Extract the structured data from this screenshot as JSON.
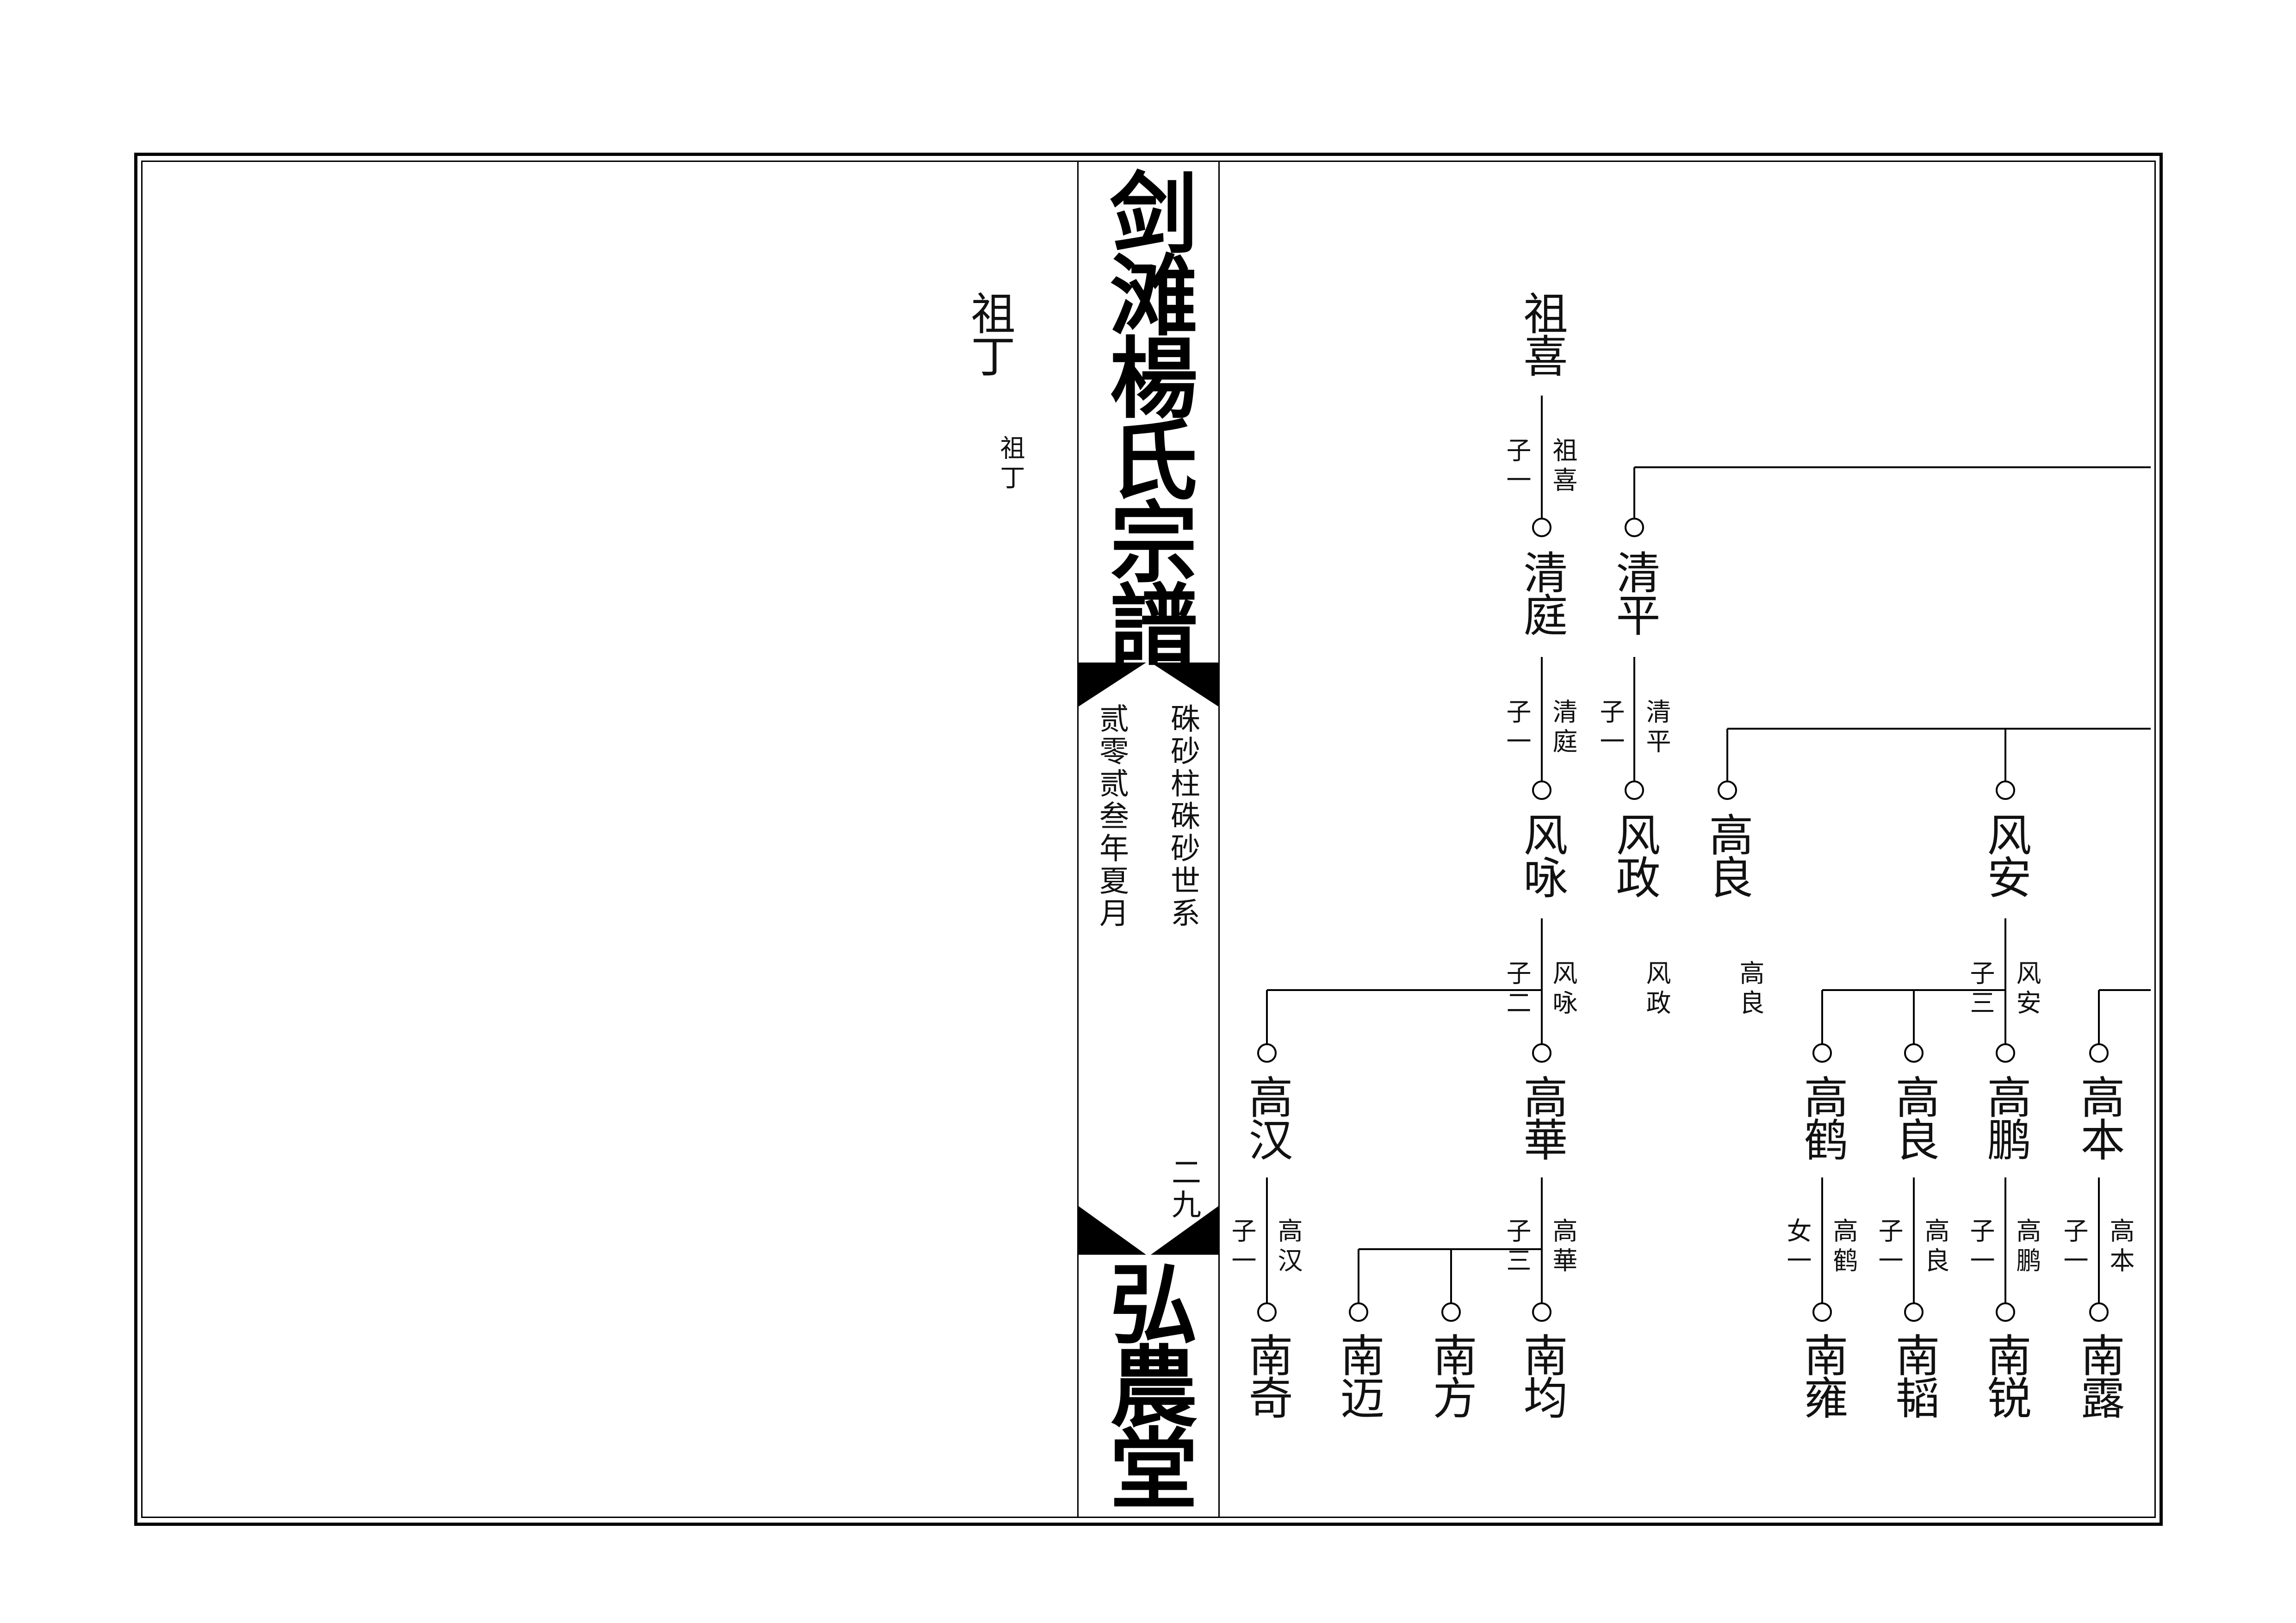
{
  "spine": {
    "title": "剑滩楊氏宗譜",
    "branch": "硃砂柱硃砂世系",
    "date": "贰零贰叁年夏月",
    "page": "二九",
    "hall": "弘農堂"
  },
  "left_page": {
    "name": "祖丁",
    "note": "祖丁"
  },
  "tree": {
    "gen1": {
      "name": "祖喜",
      "rel_count": "子一",
      "rel_parent": "祖喜"
    },
    "gen2": [
      {
        "name": "清庭",
        "rel_count": "子一",
        "rel_parent": "清庭"
      },
      {
        "name": "清平",
        "rel_count": "子一",
        "rel_parent": "清平"
      }
    ],
    "gen3": [
      {
        "name": "风咏",
        "rel_count": "子二",
        "rel_parent": "风咏"
      },
      {
        "name": "风政",
        "rel_parent": "风政"
      },
      {
        "name": "高良",
        "rel_parent": "高良"
      },
      {
        "name": "风安",
        "rel_count": "子三",
        "rel_parent": "风安"
      }
    ],
    "gen4": [
      {
        "name": "高汉",
        "rel_count": "子一",
        "rel_parent": "高汉"
      },
      {
        "name": "高華",
        "rel_count": "子三",
        "rel_parent": "高華"
      },
      {
        "name": "高鹤",
        "rel_count": "女一",
        "rel_parent": "高鹤"
      },
      {
        "name": "高良",
        "rel_count": "子一",
        "rel_parent": "高良"
      },
      {
        "name": "高鹏",
        "rel_count": "子一",
        "rel_parent": "高鹏"
      },
      {
        "name": "高本",
        "rel_count": "子一",
        "rel_parent": "高本"
      }
    ],
    "gen5": [
      {
        "name": "南奇"
      },
      {
        "name": "南迈"
      },
      {
        "name": "南方"
      },
      {
        "name": "南均"
      },
      {
        "name": "南雍"
      },
      {
        "name": "南韬"
      },
      {
        "name": "南锐"
      },
      {
        "name": "南露"
      }
    ]
  }
}
